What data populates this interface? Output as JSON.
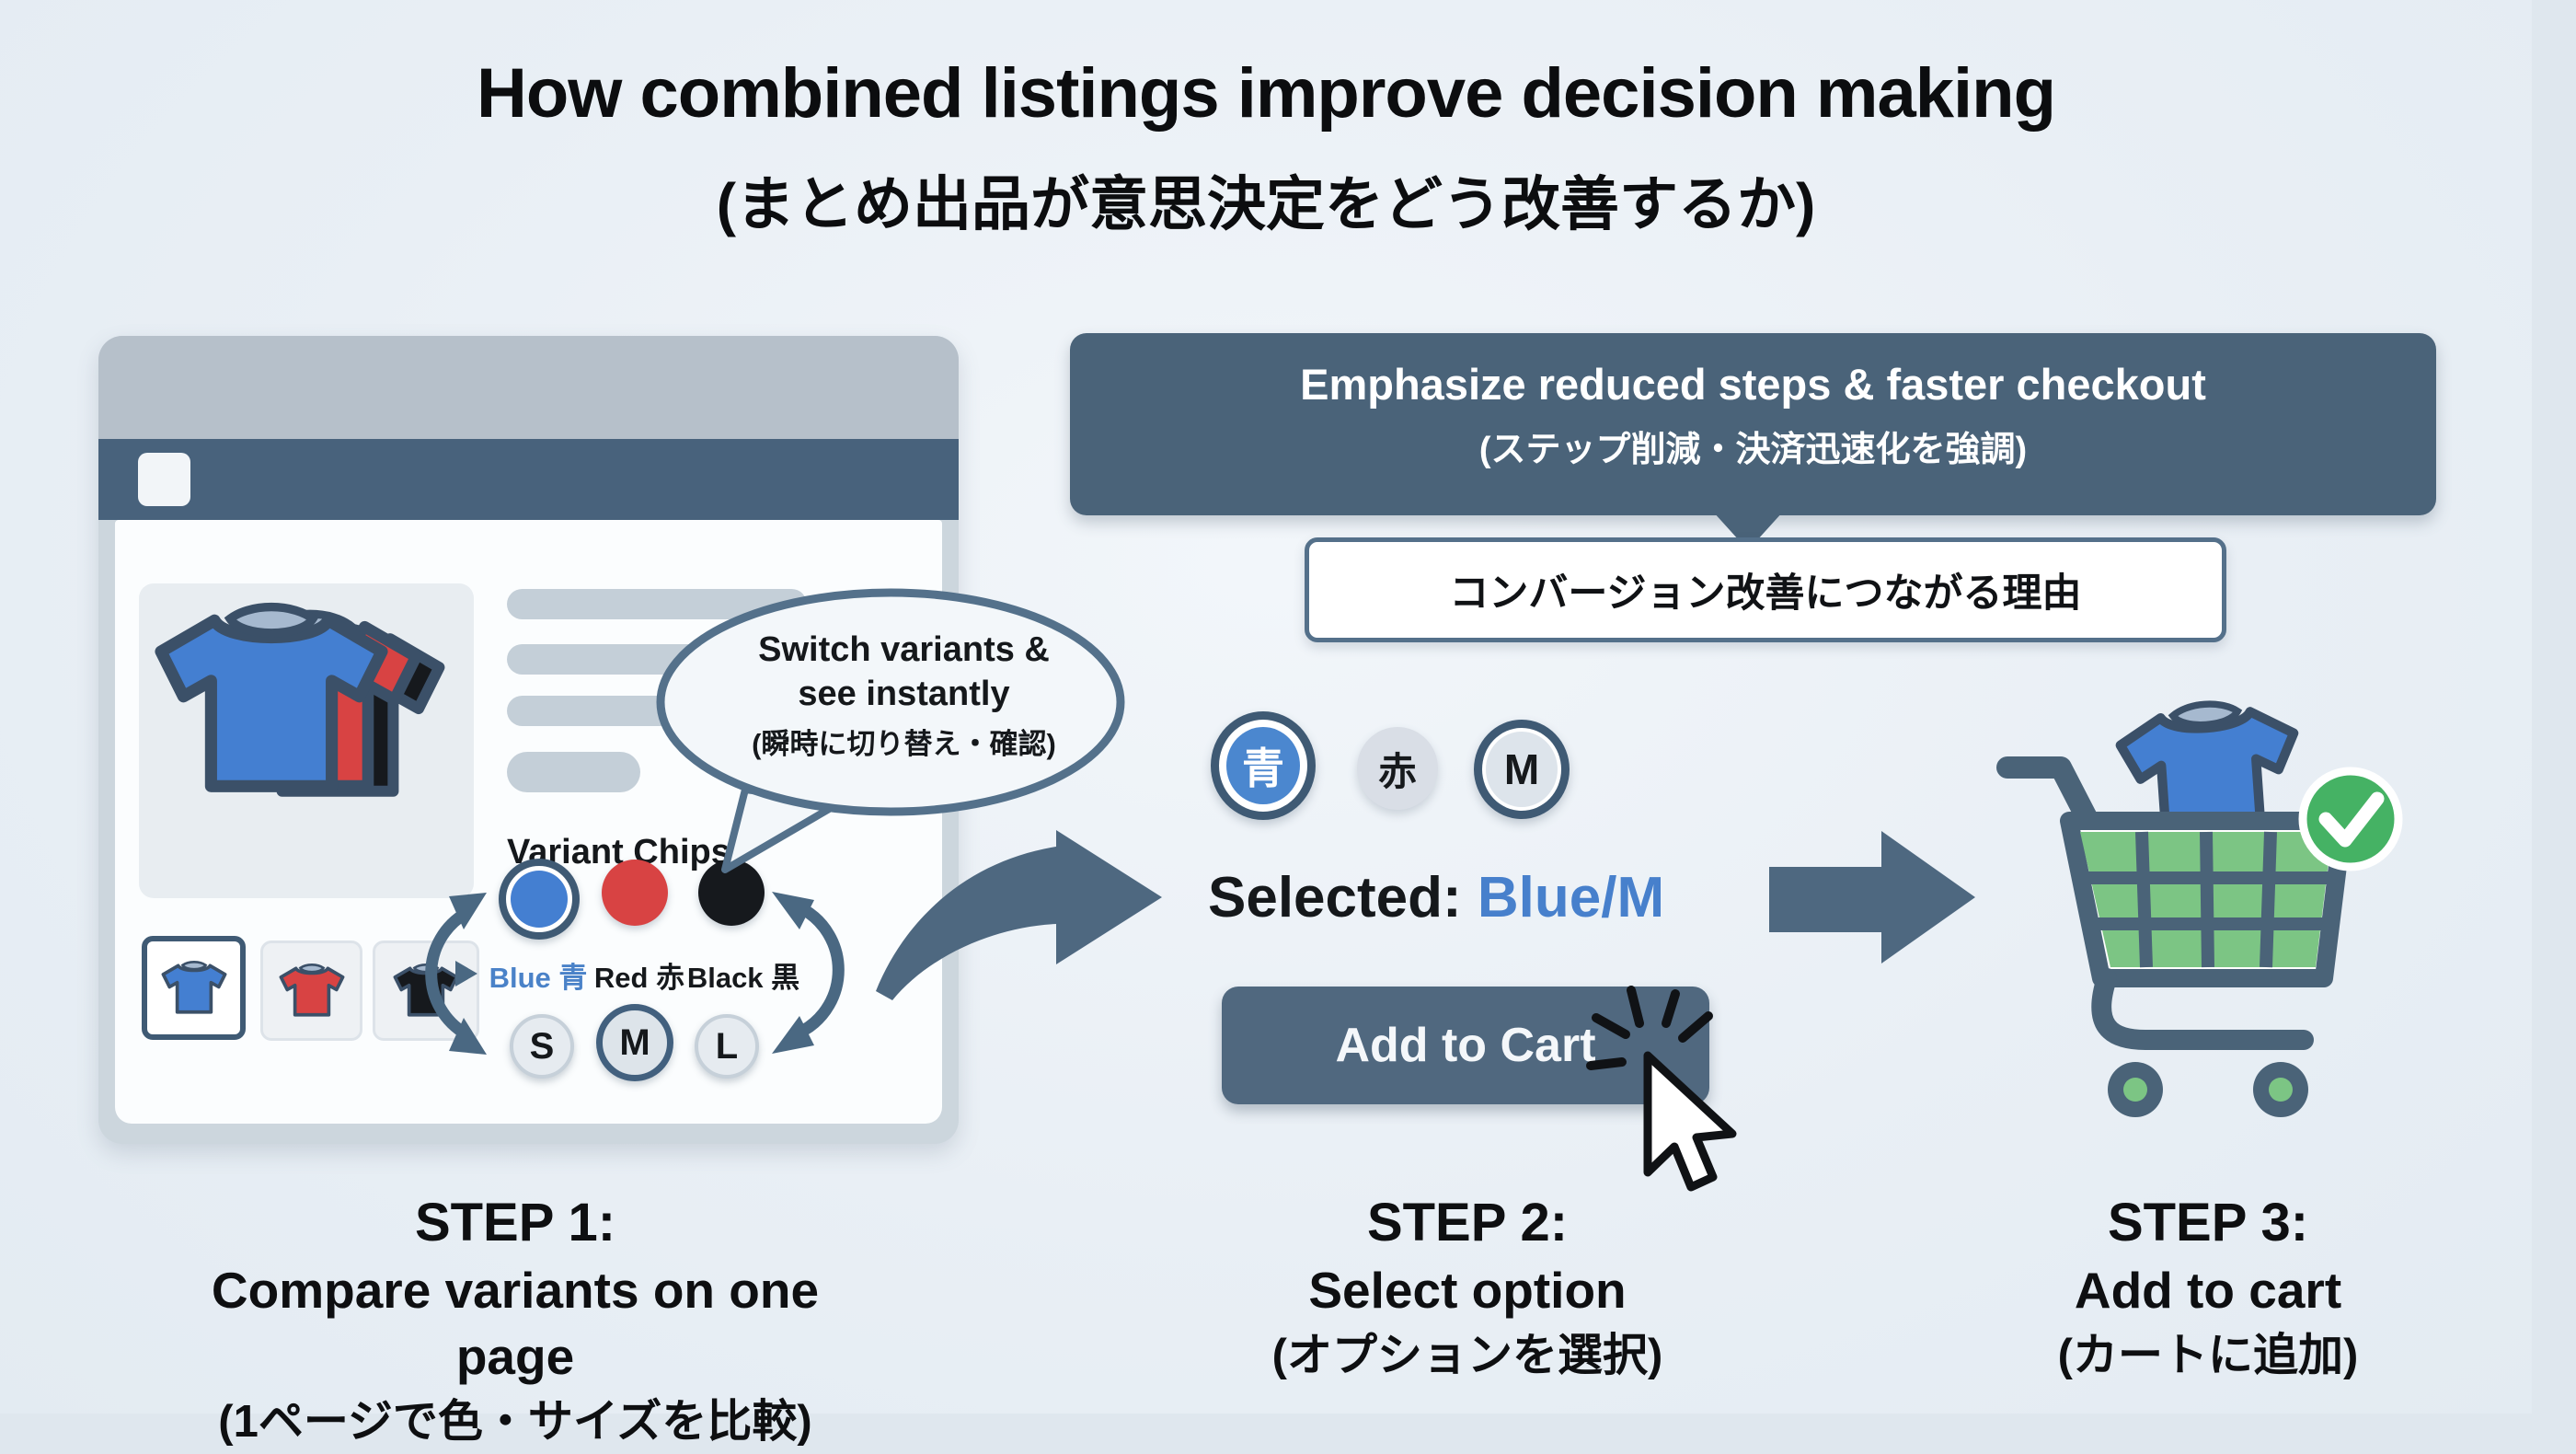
{
  "title": {
    "line1": "How combined listings improve decision making",
    "line2": "(まとめ出品が意思決定をどう改善するか)"
  },
  "browser": {
    "variant_chips_label": "Variant Chips",
    "variants": [
      {
        "label": "Blue 青",
        "color": "#447fd1",
        "selected": true
      },
      {
        "label": "Red 赤",
        "color": "#d84343",
        "selected": false
      },
      {
        "label": "Black 黒",
        "color": "#16191d",
        "selected": false
      }
    ],
    "sizes": [
      {
        "label": "S",
        "selected": false
      },
      {
        "label": "M",
        "selected": true
      },
      {
        "label": "L",
        "selected": false
      }
    ]
  },
  "bubble": {
    "line1": "Switch variants &",
    "line2": "see instantly",
    "line3": "(瞬時に切り替え・確認)"
  },
  "banner": {
    "line1": "Emphasize reduced steps & faster checkout",
    "line2": "(ステップ削減・決済迅速化を強調)"
  },
  "callout": {
    "text": "コンバージョン改善につながる理由"
  },
  "step2_panel": {
    "chips": [
      {
        "label": "青",
        "selected": true
      },
      {
        "label": "赤",
        "selected": false
      },
      {
        "label": "M",
        "selected": true
      }
    ],
    "selected_prefix": "Selected:",
    "selected_value": "Blue/M",
    "add_to_cart": "Add to Cart"
  },
  "steps": [
    {
      "title": "STEP 1:",
      "line1": "Compare variants on one page",
      "line2": "(1ページで色・サイズを比較)"
    },
    {
      "title": "STEP 2:",
      "line1": "Select option",
      "line2": "(オプションを選択)"
    },
    {
      "title": "STEP 3:",
      "line1": "Add to cart",
      "line2": "(カートに追加)"
    }
  ],
  "colors": {
    "slate": "#4a6379",
    "accent_blue": "#4780cc",
    "success_green": "#45b264",
    "red": "#d84343",
    "black": "#16191d",
    "background": "#eaf0f6"
  }
}
